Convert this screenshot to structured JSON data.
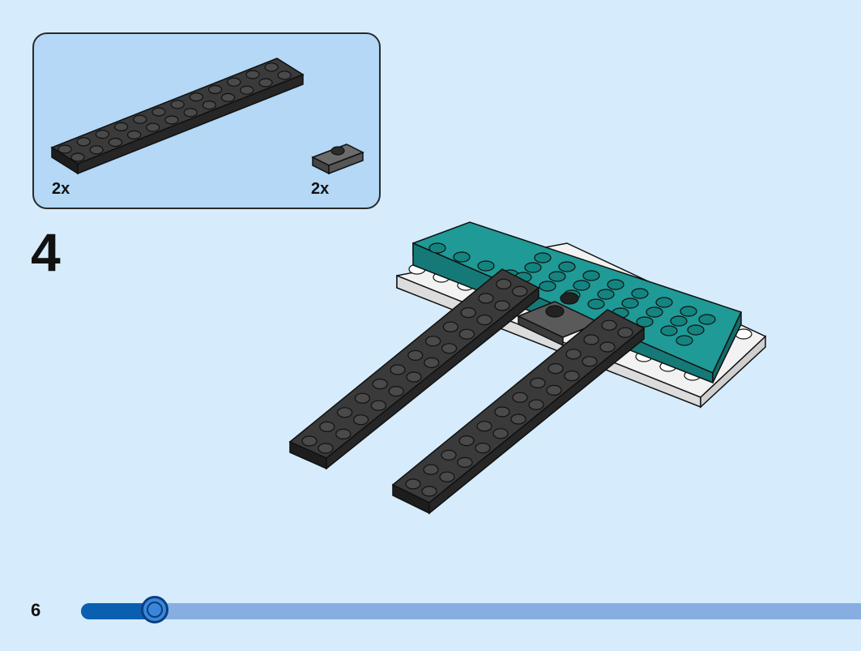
{
  "parts": [
    {
      "name": "black-plate-2x12-icon",
      "count": "2x"
    },
    {
      "name": "dark-grey-jumper-plate-icon",
      "count": "2x"
    }
  ],
  "step": {
    "number": "4"
  },
  "footer": {
    "page_number": "6"
  },
  "progress": {
    "value": 0.095
  },
  "colors": {
    "background": "#d6ecfc",
    "parts_box": "#b4d8f6",
    "black_plate": "#2a2a2a",
    "teal": "#1f9a96",
    "white_plate": "#ffffff",
    "grey_jumper": "#555555",
    "progress_track": "#87aee0",
    "progress_fill": "#0b5fb0"
  }
}
